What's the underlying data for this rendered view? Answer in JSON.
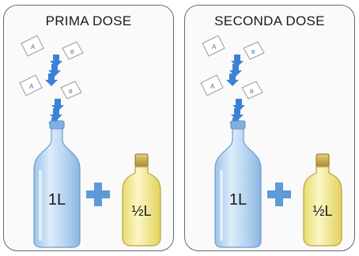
{
  "panels": [
    {
      "title": "PRIMA DOSE",
      "packets": [
        {
          "letter": "A"
        },
        {
          "letter": "B"
        },
        {
          "letter": "A"
        },
        {
          "letter": "B"
        }
      ],
      "big_bottle_label": "1L",
      "small_bottle_label": "½L"
    },
    {
      "title": "SECONDA DOSE",
      "packets": [
        {
          "letter": "A"
        },
        {
          "letter": "B"
        },
        {
          "letter": "A"
        },
        {
          "letter": "B"
        }
      ],
      "big_bottle_label": "1L",
      "small_bottle_label": "½L"
    }
  ],
  "icons": {
    "arrow": "arrow-down-icon",
    "plus": "plus-icon",
    "packet": "sachet-icon"
  },
  "colors": {
    "arrow_blue": "#3b82d6",
    "plus_blue": "#5a9bd8",
    "big_bottle": "#bcd8f0",
    "small_bottle": "#f3eb9a",
    "cap_gold": "#c8a94a"
  }
}
